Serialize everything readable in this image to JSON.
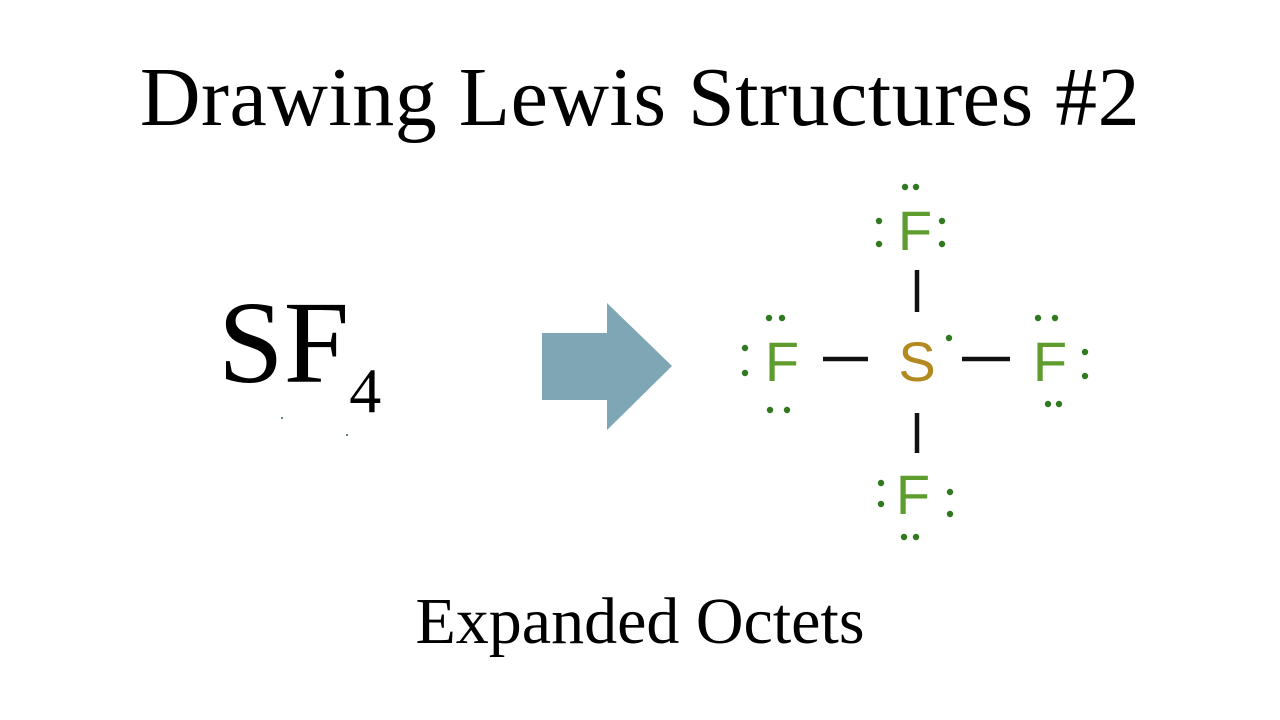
{
  "title": "Drawing Lewis Structures #2",
  "formula": {
    "main": "SF",
    "subscript": "4"
  },
  "arrow": {
    "color": "#7ea6b4",
    "icon": "right-arrow-icon"
  },
  "lewis_structure": {
    "central_atom": {
      "symbol": "S",
      "color": "#b38a1f"
    },
    "ligand_symbol": "F",
    "ligand_color": "#5e9c2e",
    "bond_color": "#111111",
    "lone_pair_color": "#2f7a1f"
  },
  "subtitle": "Expanded Octets"
}
